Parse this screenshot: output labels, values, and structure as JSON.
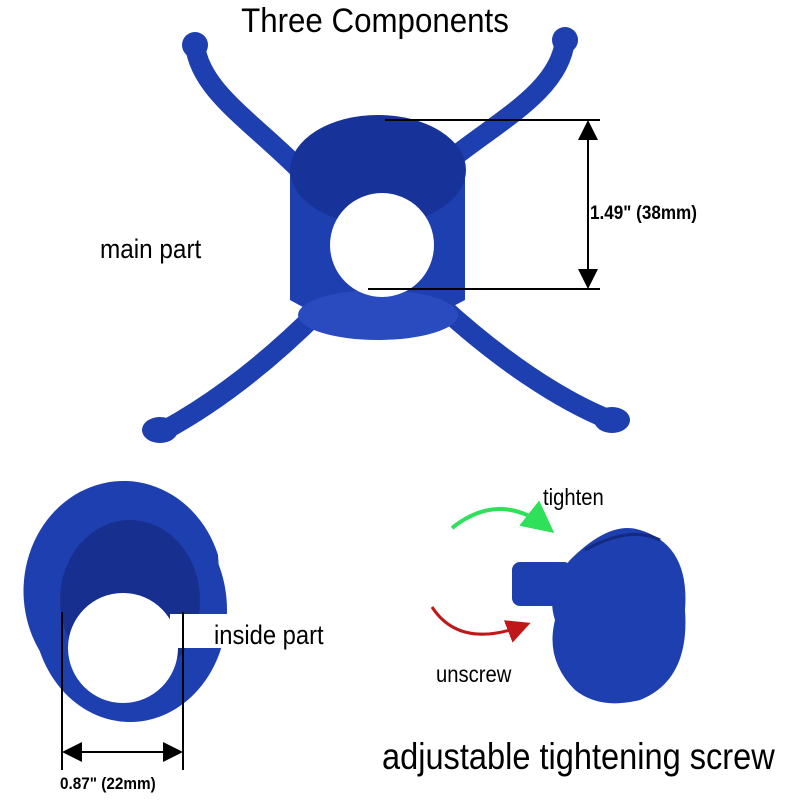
{
  "title": "Three Components",
  "labels": {
    "main_part": "main part",
    "main_dimension": "1.49\"   (38mm)",
    "inside_part": "inside part",
    "inside_dimension": "0.87\"   (22mm)",
    "tighten": "tighten",
    "unscrew": "unscrew",
    "screw": "adjustable tightening screw"
  },
  "colors": {
    "part_blue": "#1e3fb0",
    "part_dark": "#142a80",
    "tighten_arrow": "#2ee05a",
    "unscrew_arrow": "#c01818"
  }
}
